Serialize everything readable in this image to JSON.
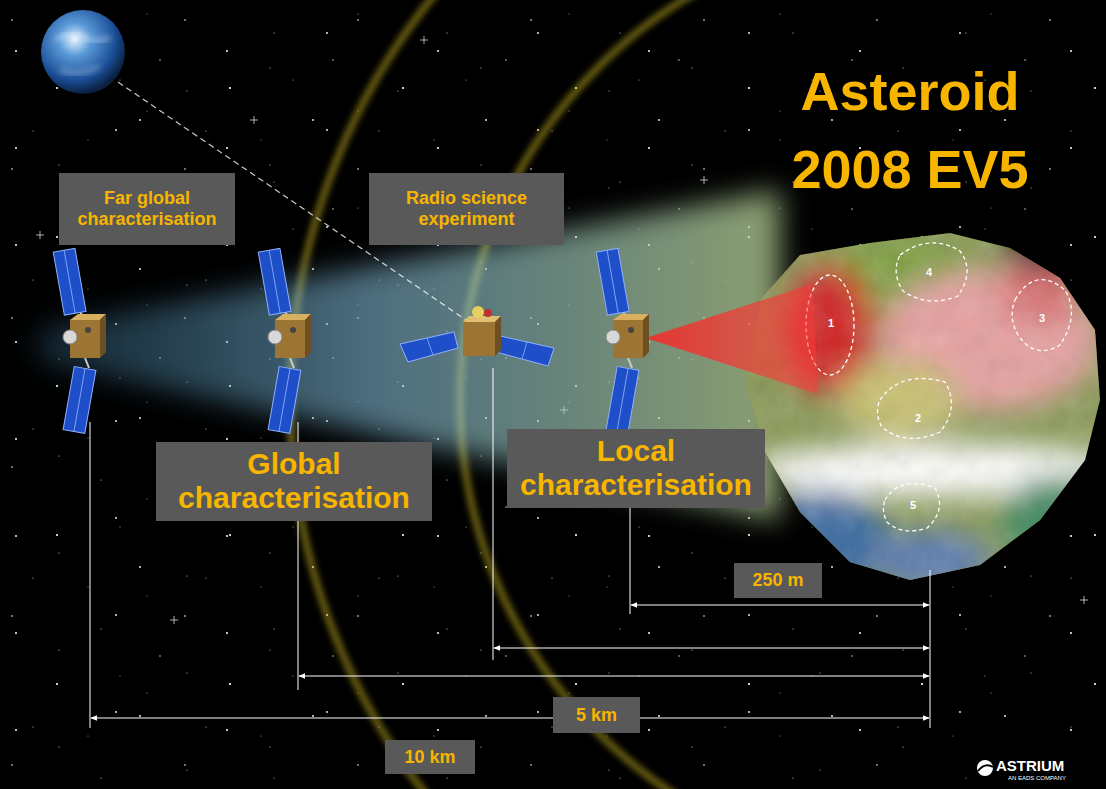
{
  "diagram": {
    "title": "Asteroid 2008 EV5",
    "nodes": [
      {
        "text": [
          "Far global characterisation"
        ]
      },
      {
        "text": [
          "Radio science experiment"
        ]
      },
      {
        "text": [
          "Global characterisation"
        ]
      },
      {
        "text": [
          "Local characterisation"
        ]
      },
      {
        "text": [
          "250 m"
        ]
      },
      {
        "text": [
          "5 km"
        ]
      },
      {
        "text": [
          "10 km"
        ]
      }
    ],
    "labels": [
      "1",
      "2",
      "3",
      "4",
      "5",
      "ASTRIUM",
      "AN EADS COMPANY"
    ]
  }
}
